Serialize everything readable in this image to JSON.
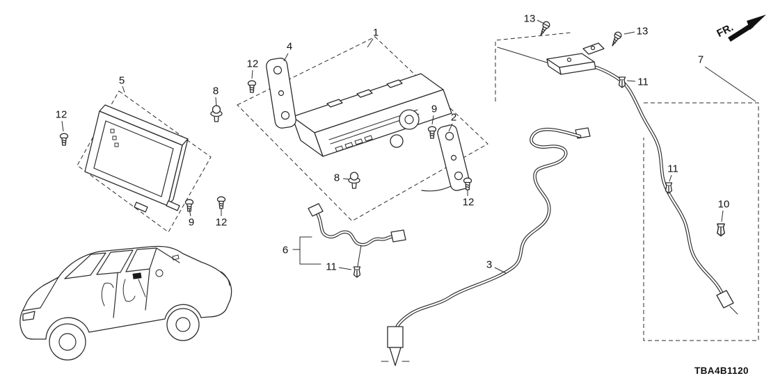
{
  "diagram": {
    "code": "TBA4B1120",
    "direction_label": "FR.",
    "callouts": [
      {
        "label": "1"
      },
      {
        "label": "2"
      },
      {
        "label": "3"
      },
      {
        "label": "4"
      },
      {
        "label": "5"
      },
      {
        "label": "6"
      },
      {
        "label": "7"
      },
      {
        "label": "8"
      },
      {
        "label": "8"
      },
      {
        "label": "9"
      },
      {
        "label": "9"
      },
      {
        "label": "10"
      },
      {
        "label": "11"
      },
      {
        "label": "11"
      },
      {
        "label": "11"
      },
      {
        "label": "12"
      },
      {
        "label": "12"
      },
      {
        "label": "12"
      },
      {
        "label": "12"
      },
      {
        "label": "13"
      },
      {
        "label": "13"
      }
    ]
  }
}
